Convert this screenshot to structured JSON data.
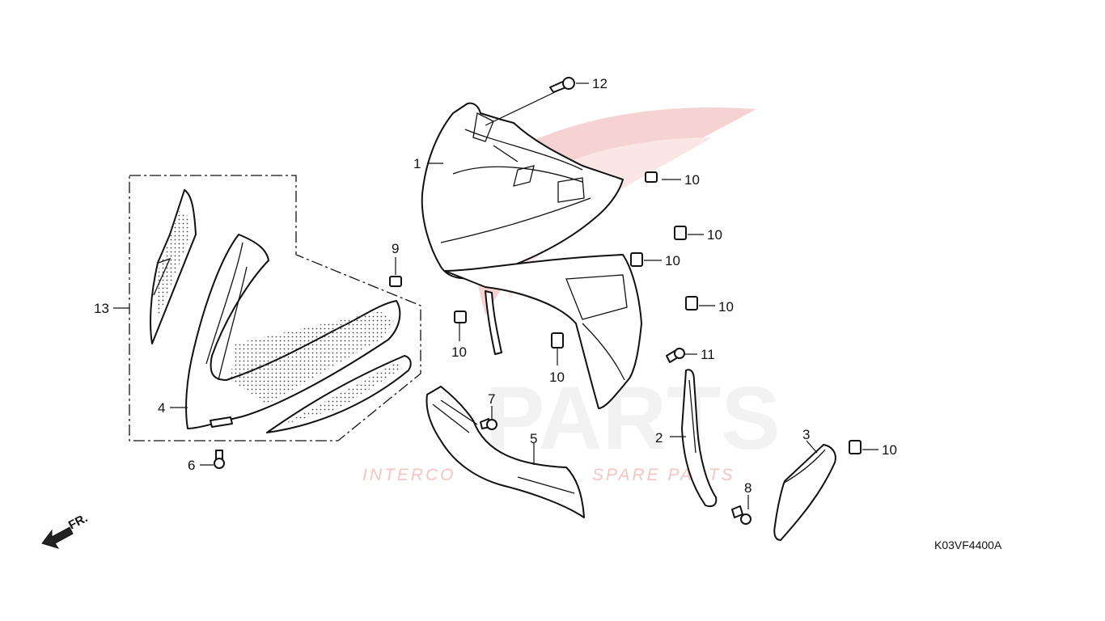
{
  "callouts": {
    "n1": "1",
    "n2": "2",
    "n3": "3",
    "n4": "4",
    "n5": "5",
    "n6": "6",
    "n7": "7",
    "n8": "8",
    "n9": "9",
    "n10": "10",
    "n11": "11",
    "n12": "12",
    "n13": "13"
  },
  "front_marker": "FR.",
  "diagram_code": "K03VF4400A",
  "watermark": {
    "brand": "PARTS",
    "tagline_left": "INTERCO",
    "tagline_right": "SPARE PARTS"
  },
  "colors": {
    "line": "#111111",
    "watermark_red": "#e58a8a",
    "watermark_gray": "#f2f2f2"
  }
}
